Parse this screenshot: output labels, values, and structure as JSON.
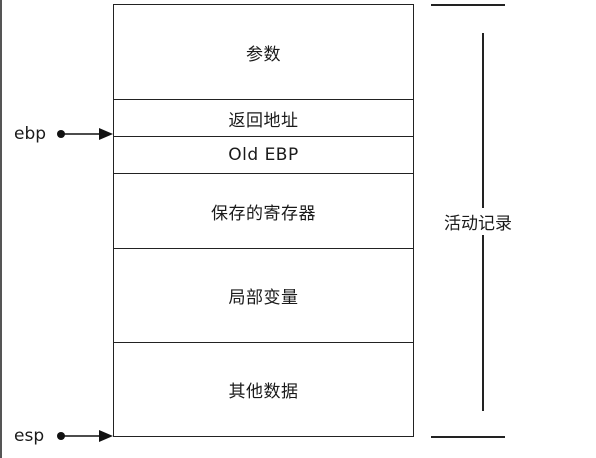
{
  "diagram": {
    "segments": [
      {
        "id": "params",
        "label": "参数"
      },
      {
        "id": "return-address",
        "label": "返回地址"
      },
      {
        "id": "old-ebp",
        "label": "Old EBP"
      },
      {
        "id": "saved-registers",
        "label": "保存的寄存器"
      },
      {
        "id": "local-variables",
        "label": "局部变量"
      },
      {
        "id": "other-data",
        "label": "其他数据"
      }
    ],
    "bracket_label": "活动记录",
    "pointers": {
      "ebp": "ebp",
      "esp": "esp"
    }
  }
}
